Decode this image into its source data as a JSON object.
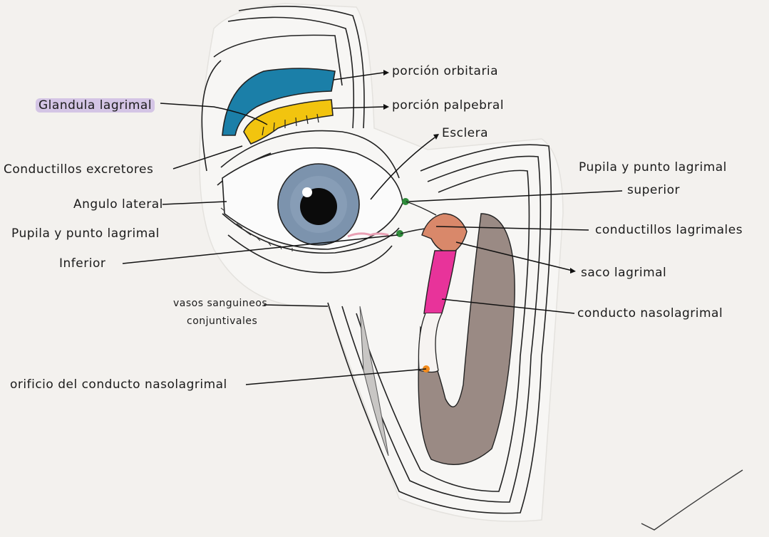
{
  "labels": {
    "glandula": "Glandula lagrimal",
    "porcion_orbitaria": "porción orbitaria",
    "porcion_palpebral": "porción palpebral",
    "esclera": "Esclera",
    "conductillos_excretores": "Conductillos excretores",
    "angulo_lateral": "Angulo lateral",
    "pupila_inferior_1": "Pupila y punto lagrimal",
    "pupila_inferior_2": "Inferior",
    "pupila_superior_1": "Pupila y punto lagrimal",
    "pupila_superior_2": "superior",
    "conductillos_lagrimales": "conductillos lagrimales",
    "saco_lagrimal": "saco lagrimal",
    "conducto_nasolagrimal": "conducto nasolagrimal",
    "vasos_1": "vasos sanguineos",
    "vasos_2": "conjuntivales",
    "orificio": "orificio del conducto nasolagrimal"
  },
  "colors": {
    "orbital_gland": "#1b7fa8",
    "palpebral_gland": "#f2c40f",
    "iris": "#7c93ad",
    "lacrimal_sac": "#d9886a",
    "nasolacrimal_duct": "#e8339a",
    "nasal_cavity": "#9a8a84",
    "punctum": "#2e8b3a",
    "highlight": "#b9a0de"
  }
}
